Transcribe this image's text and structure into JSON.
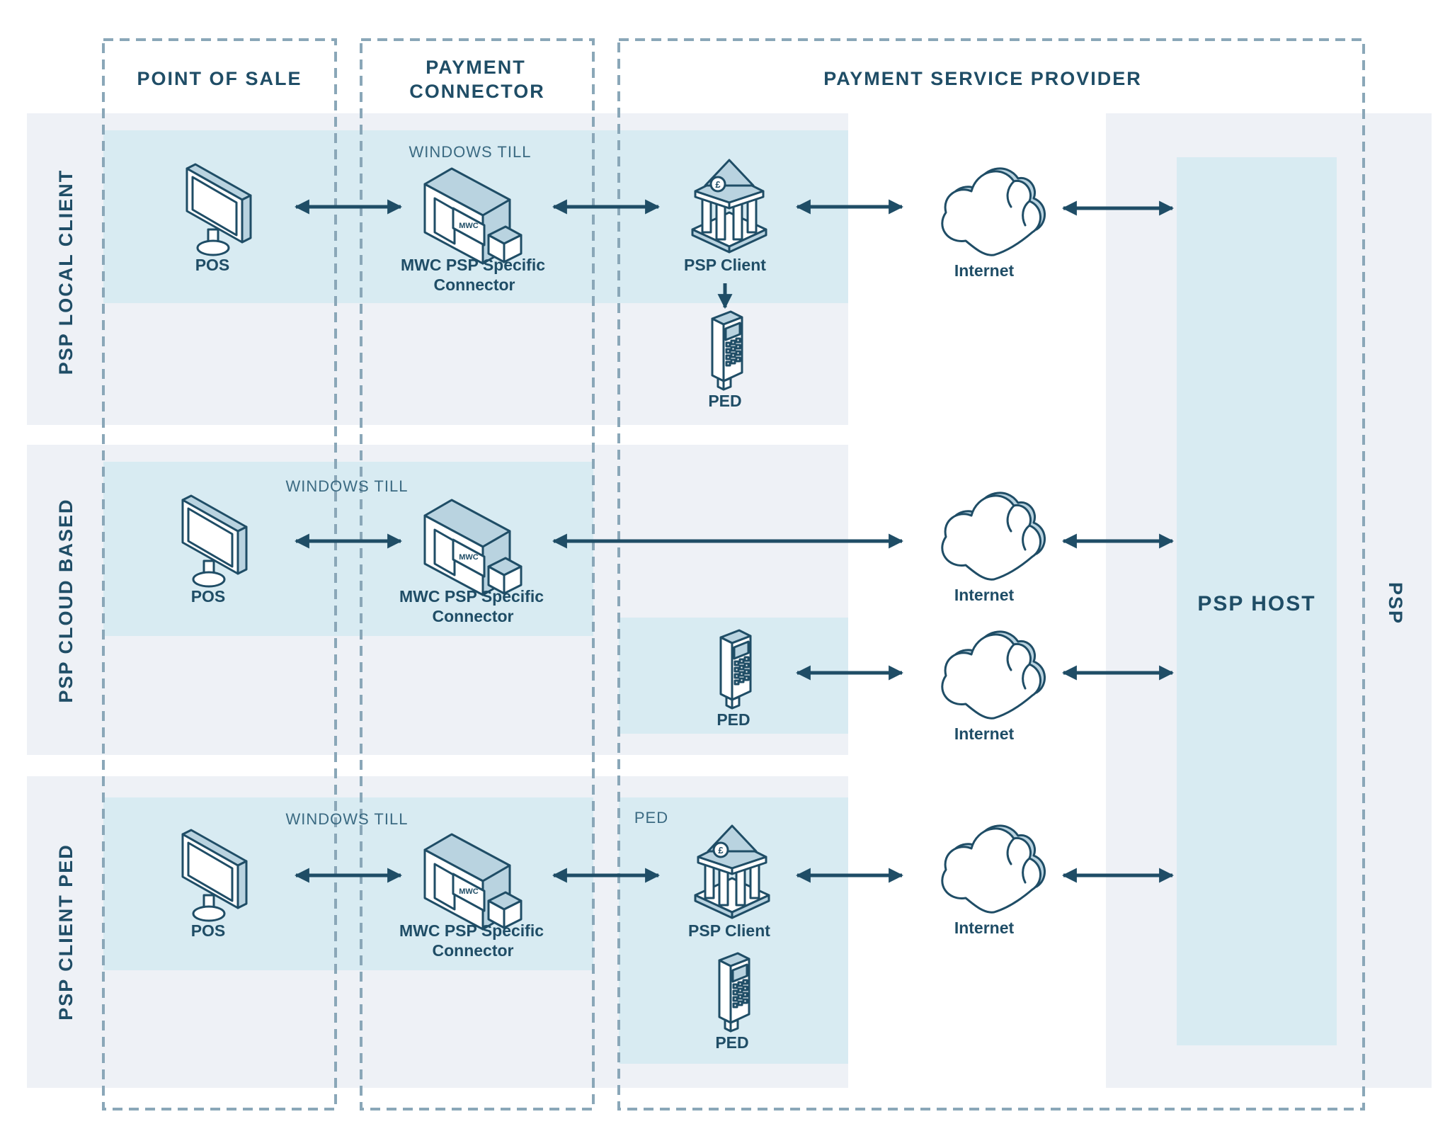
{
  "columns": {
    "pos": "POINT OF SALE",
    "connector_line1": "PAYMENT",
    "connector_line2": "CONNECTOR",
    "psp": "PAYMENT SERVICE PROVIDER"
  },
  "rows": {
    "local": "PSP LOCAL CLIENT",
    "cloud": "PSP CLOUD BASED",
    "clientped": "PSP CLIENT PED"
  },
  "side_label": "PSP",
  "host_label": "PSP HOST",
  "labels": {
    "windows_till": "WINDOWS TILL",
    "ped_group": "PED",
    "pos": "POS",
    "connector_line1": "MWC PSP Specific",
    "connector_line2": "Connector",
    "psp_client": "PSP Client",
    "ped": "PED",
    "internet": "Internet",
    "mwc_badge": "MWC"
  },
  "colors": {
    "ink": "#1f4d66",
    "row_band": "#eef1f6",
    "highlight": "#d8ebf2",
    "dashed_border": "#8aa7b8"
  }
}
